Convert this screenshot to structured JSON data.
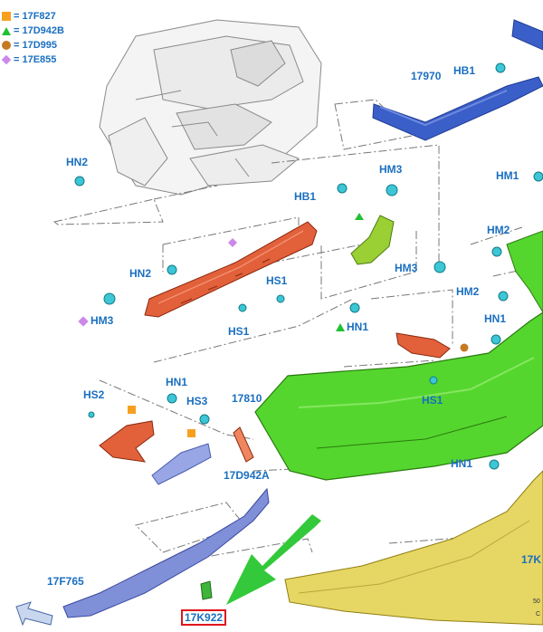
{
  "legend": [
    {
      "marker": "square-icon",
      "color": "#f7a020",
      "label": "= 17F827"
    },
    {
      "marker": "triangle-icon",
      "color": "#22c032",
      "label": "= 17D942B"
    },
    {
      "marker": "circle-icon",
      "color": "#c57a22",
      "label": "= 17D995"
    },
    {
      "marker": "diamond-icon",
      "color": "#cc88e8",
      "label": "= 17E855"
    }
  ],
  "labels": {
    "p17970": "17970",
    "hb1_top": "HB1",
    "hn2_top": "HN2",
    "hm3_top": "HM3",
    "hb1_mid": "HB1",
    "hm1": "HM1",
    "hn2_mid": "HN2",
    "hm3_left": "HM3",
    "hs1_a": "HS1",
    "hs1_b": "HS1",
    "hn1_mid": "HN1",
    "hm3_mid": "HM3",
    "hm2_a": "HM2",
    "hm2_b": "HM2",
    "hn1_right": "HN1",
    "hs1_c": "HS1",
    "hs2": "HS2",
    "hn1_left": "HN1",
    "hs3": "HS3",
    "p17810": "17810",
    "p17d942a": "17D942A",
    "hn1_low": "HN1",
    "p17f765": "17F765",
    "p17k_cut": "17K",
    "p17k922": "17K922",
    "corner1": "50",
    "corner2": "C"
  },
  "colors": {
    "callout_text": "#1a6fc0",
    "reinforcement_blue": "#3b5fc8",
    "absorber_orange": "#e2603a",
    "bracket_lime": "#9ad033",
    "bumper_green": "#55d62e",
    "valance_yellow": "#e6d664",
    "lower_blue": "#7f8fd8",
    "arrow_green": "#33c93a",
    "highlight_red": "#e0141c"
  }
}
